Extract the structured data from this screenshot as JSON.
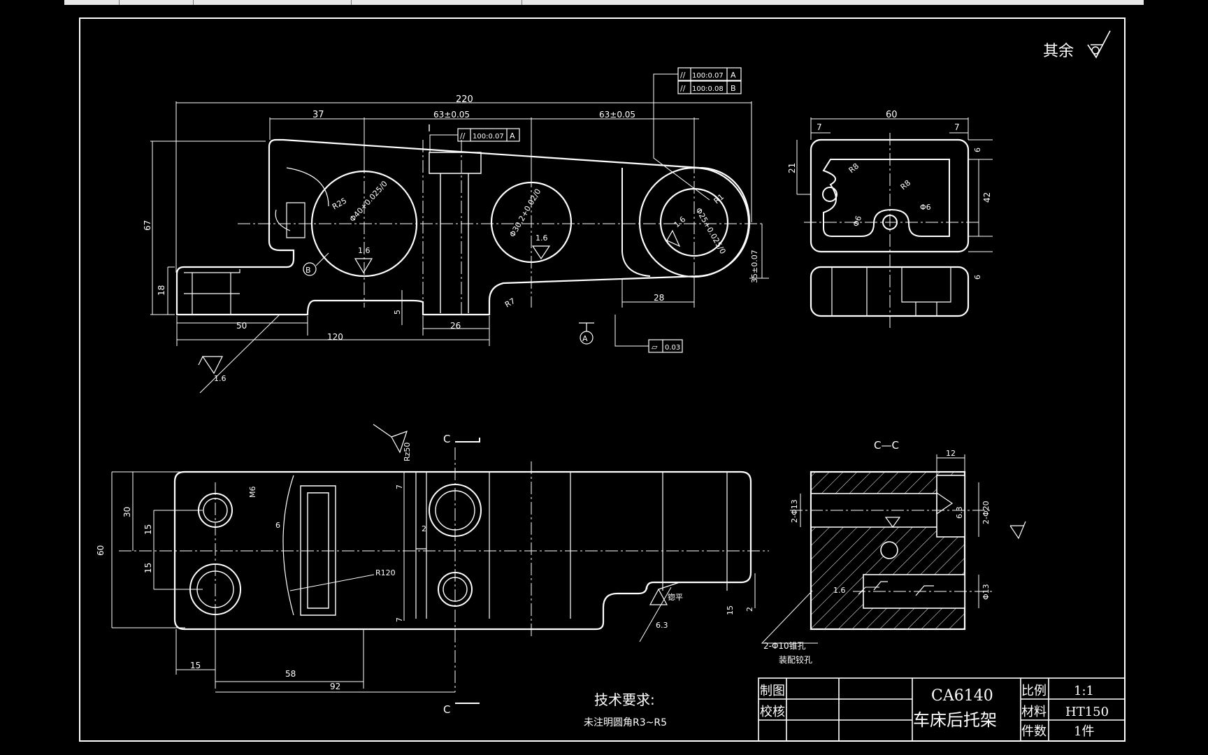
{
  "tabs": [
    "",
    "",
    "",
    ""
  ],
  "corner_note": "其余",
  "tolerance_frames": {
    "top1": {
      "sym": "//",
      "val": "100:0.07",
      "datum": "A"
    },
    "top2": {
      "sym": "//",
      "val": "100:0.08",
      "datum": "B"
    },
    "mid": {
      "sym": "//",
      "val": "100:0.07",
      "datum": "A"
    },
    "flat": {
      "sym": "▱",
      "val": "0.03"
    }
  },
  "front_view": {
    "dims": {
      "d220": "220",
      "d37": "37",
      "d63a": "63±0.05",
      "d63b": "63±0.05",
      "d67": "67",
      "d18": "18",
      "d50": "50",
      "d120": "120",
      "d26": "26",
      "d28": "28",
      "d5": "5",
      "d35": "35±0.07",
      "hole1": "Φ40+0.025/0",
      "hole2": "Φ30.2+0.02/0",
      "hole3": "Φ25+0.025/0",
      "r25": "R25",
      "r7": "R7",
      "r1": "R1",
      "s16a": "1.6",
      "s16b": "1.6",
      "s16c": "1.6",
      "s16d": "1.6"
    },
    "datum_a": "A",
    "datum_b": "B"
  },
  "side_view": {
    "dims": {
      "d60": "60",
      "d7a": "7",
      "d7b": "7",
      "d21": "21",
      "d42": "42",
      "d6a": "6",
      "d6b": "6",
      "d8": "R8",
      "d8b": "R8",
      "p6": "Φ6",
      "p6b": "Φ6"
    }
  },
  "top_view": {
    "dims": {
      "d60": "60",
      "d30": "30",
      "d15a": "15",
      "d15b": "15",
      "m6": "M6",
      "d6": "6",
      "d2": "2",
      "d7a": "7",
      "d7b": "7",
      "r120": "R120",
      "d15c": "15",
      "d58": "58",
      "d92": "92",
      "d15d": "15",
      "d2b": "2",
      "rz50": "Rz50",
      "s63": "6.3",
      "planish": "锪平"
    },
    "cut_c1": "C",
    "cut_c2": "C"
  },
  "section": {
    "title": "C—C",
    "dims": {
      "d12": "12",
      "p13a": "2-Φ13",
      "p20": "2-Φ20",
      "p13b": "Φ13",
      "s63": "6.3",
      "s16": "1.6"
    },
    "note1": "2-Φ10锥孔",
    "note2": "装配铰孔"
  },
  "tech_req": {
    "title": "技术要求:",
    "body": "未注明圆角R3~R5"
  },
  "title_block": {
    "drawn": "制图",
    "checked": "校核",
    "model": "CA6140",
    "name": "车床后托架",
    "scale_label": "比例",
    "scale_value": "1:1",
    "material_label": "材料",
    "material_value": "HT150",
    "qty_label": "件数",
    "qty_value": "1件"
  }
}
